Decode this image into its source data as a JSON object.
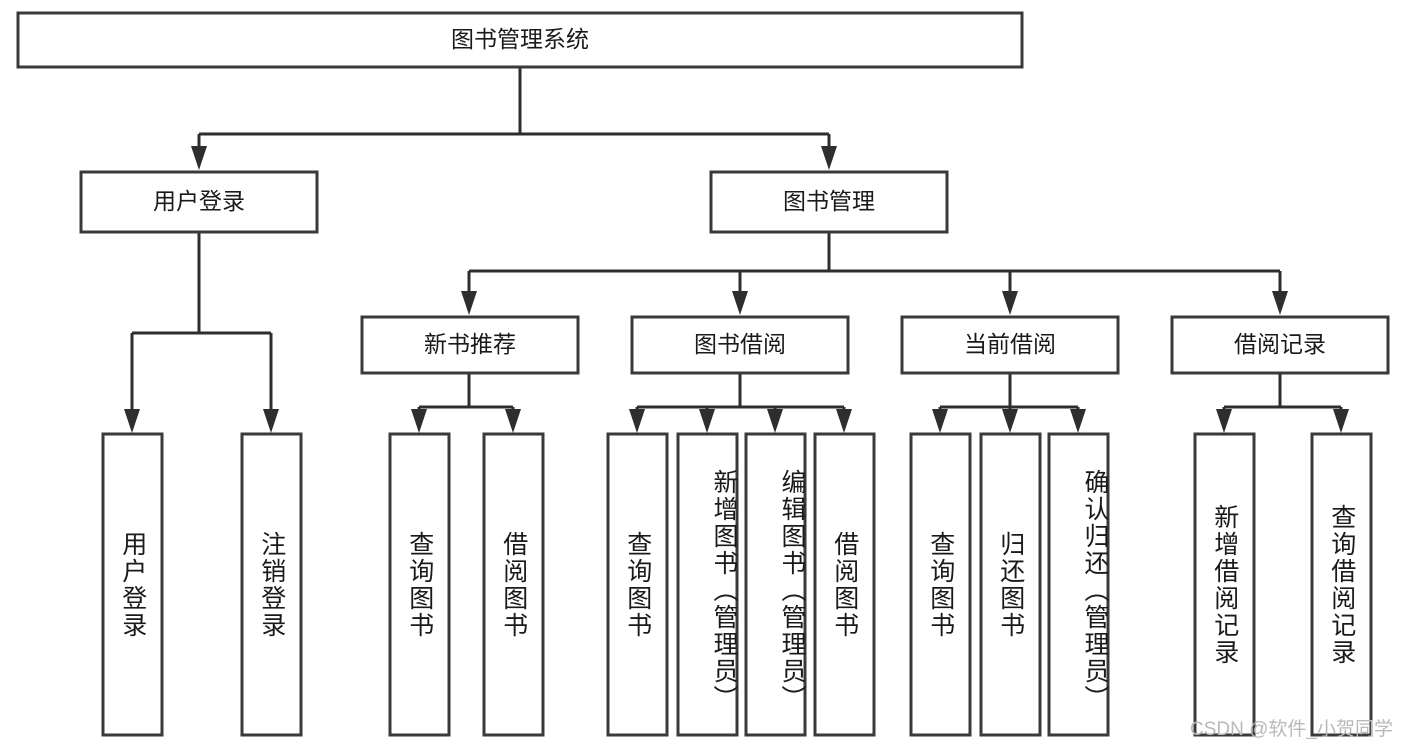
{
  "diagram": {
    "title": "图书管理系统",
    "type": "hierarchy-tree",
    "root": {
      "id": "root",
      "label": "图书管理系统",
      "orientation": "horizontal"
    },
    "level2": [
      {
        "id": "user-login",
        "label": "用户登录",
        "orientation": "horizontal"
      },
      {
        "id": "book-management",
        "label": "图书管理",
        "orientation": "horizontal"
      }
    ],
    "level3": [
      {
        "id": "new-book-recommend",
        "label": "新书推荐",
        "orientation": "horizontal"
      },
      {
        "id": "book-borrow",
        "label": "图书借阅",
        "orientation": "horizontal"
      },
      {
        "id": "current-borrow",
        "label": "当前借阅",
        "orientation": "horizontal"
      },
      {
        "id": "borrow-record",
        "label": "借阅记录",
        "orientation": "horizontal"
      }
    ],
    "leaves": {
      "user-login": [
        {
          "id": "leaf-user-login",
          "label": "用户登录",
          "orientation": "vertical"
        },
        {
          "id": "leaf-logout-login",
          "label": "注销登录",
          "orientation": "vertical"
        }
      ],
      "new-book-recommend": [
        {
          "id": "leaf-query-book-1",
          "label": "查询图书",
          "orientation": "vertical"
        },
        {
          "id": "leaf-borrow-book-1",
          "label": "借阅图书",
          "orientation": "vertical"
        }
      ],
      "book-borrow": [
        {
          "id": "leaf-query-book-2",
          "label": "查询图书",
          "orientation": "vertical"
        },
        {
          "id": "leaf-add-book",
          "label": "新增图书（管理员）",
          "orientation": "vertical"
        },
        {
          "id": "leaf-edit-book",
          "label": "编辑图书（管理员）",
          "orientation": "vertical"
        },
        {
          "id": "leaf-borrow-book-2",
          "label": "借阅图书",
          "orientation": "vertical"
        }
      ],
      "current-borrow": [
        {
          "id": "leaf-query-book-3",
          "label": "查询图书",
          "orientation": "vertical"
        },
        {
          "id": "leaf-return-book",
          "label": "归还图书",
          "orientation": "vertical"
        },
        {
          "id": "leaf-confirm-return",
          "label": "确认归还（管理员）",
          "orientation": "vertical"
        }
      ],
      "borrow-record": [
        {
          "id": "leaf-add-record",
          "label": "新增借阅记录",
          "orientation": "vertical"
        },
        {
          "id": "leaf-query-record",
          "label": "查询借阅记录",
          "orientation": "vertical"
        }
      ]
    },
    "colors": {
      "box_fill": "#ffffff",
      "box_stroke": "#3a3a3a",
      "connector": "#2e2e2e",
      "text": "#1a1a1a",
      "background": "#ffffff",
      "watermark": "#b9b9b9"
    }
  },
  "watermark": {
    "text": "CSDN @软件_小贺同学"
  }
}
